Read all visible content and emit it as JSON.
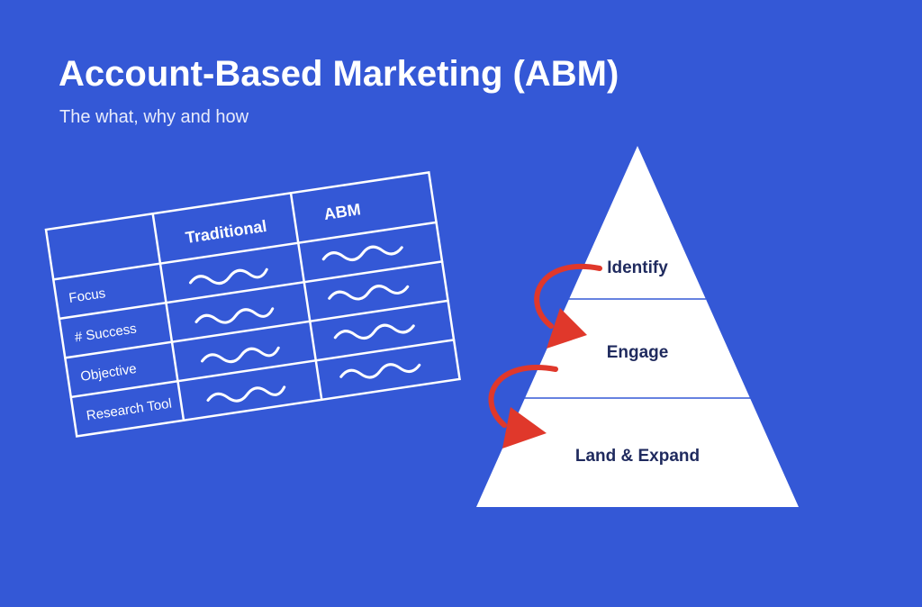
{
  "header": {
    "title": "Account-Based Marketing (ABM)",
    "subtitle": "The what, why and how"
  },
  "comparison_table": {
    "columns": [
      "Traditional",
      "ABM"
    ],
    "rows": [
      "Focus",
      "# Success",
      "Objective",
      "Research Tool"
    ]
  },
  "pyramid": {
    "levels": [
      "Identify",
      "Engage",
      "Land & Expand"
    ]
  },
  "colors": {
    "background": "#3458d6",
    "foreground": "#ffffff",
    "pyramid_text": "#1f2a5e",
    "pyramid_divider": "#3458d6",
    "arrow": "#e0382b"
  }
}
